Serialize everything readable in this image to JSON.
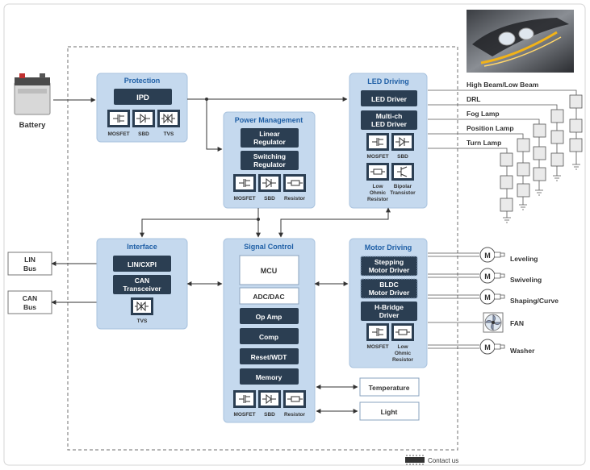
{
  "battery": {
    "label": "Battery"
  },
  "protection": {
    "title": "Protection",
    "ipd": "IPD",
    "components": [
      "MOSFET",
      "SBD",
      "TVS"
    ]
  },
  "power_management": {
    "title": "Power Management",
    "linear": [
      "Linear",
      "Regulator"
    ],
    "switching": [
      "Switching",
      "Regulator"
    ],
    "components": [
      "MOSFET",
      "SBD",
      "Resistor"
    ]
  },
  "led_driving": {
    "title": "LED Driving",
    "led_driver": "LED Driver",
    "multi_ch": [
      "Multi-ch",
      "LED Driver"
    ],
    "components_top": [
      "MOSFET",
      "SBD"
    ],
    "components_bottom": [
      [
        "Low",
        "Ohmic",
        "Resistor"
      ],
      [
        "Bipolar",
        "Transistor"
      ]
    ]
  },
  "lamps": [
    "High Beam/Low Beam",
    "DRL",
    "Fog Lamp",
    "Position Lamp",
    "Turn Lamp"
  ],
  "interface": {
    "title": "Interface",
    "lin_cxpi": "LIN/CXPI",
    "can": [
      "CAN",
      "Transceiver"
    ],
    "components": [
      "TVS"
    ]
  },
  "buses": {
    "lin": [
      "LIN",
      "Bus"
    ],
    "can": [
      "CAN",
      "Bus"
    ]
  },
  "signal_control": {
    "title": "Signal Control",
    "blocks": [
      "MCU",
      "ADC/DAC",
      "Op Amp",
      "Comp",
      "Reset/WDT",
      "Memory"
    ],
    "components": [
      "MOSFET",
      "SBD",
      "Resistor"
    ]
  },
  "sensors": {
    "temperature": "Temperature",
    "light": "Light"
  },
  "motor_driving": {
    "title": "Motor Driving",
    "stepping": [
      "Stepping",
      "Motor Driver"
    ],
    "bldc": [
      "BLDC",
      "Motor Driver"
    ],
    "hbridge": [
      "H-Bridge",
      "Driver"
    ],
    "components": [
      [
        "MOSFET"
      ],
      [
        "Low",
        "Ohmic",
        "Resistor"
      ]
    ]
  },
  "motor_outputs": [
    "Leveling",
    "Swiveling",
    "Shaping/Curve",
    "FAN",
    "Washer"
  ],
  "motor_symbol": "M",
  "footer": {
    "contact": "Contact us"
  },
  "colors": {
    "panel": "#c5d9ee",
    "panel_border": "#a9c3df",
    "dark_block": "#2b3e52",
    "title_blue": "#1f5fa6",
    "line": "#333333",
    "frame": "#888888"
  }
}
